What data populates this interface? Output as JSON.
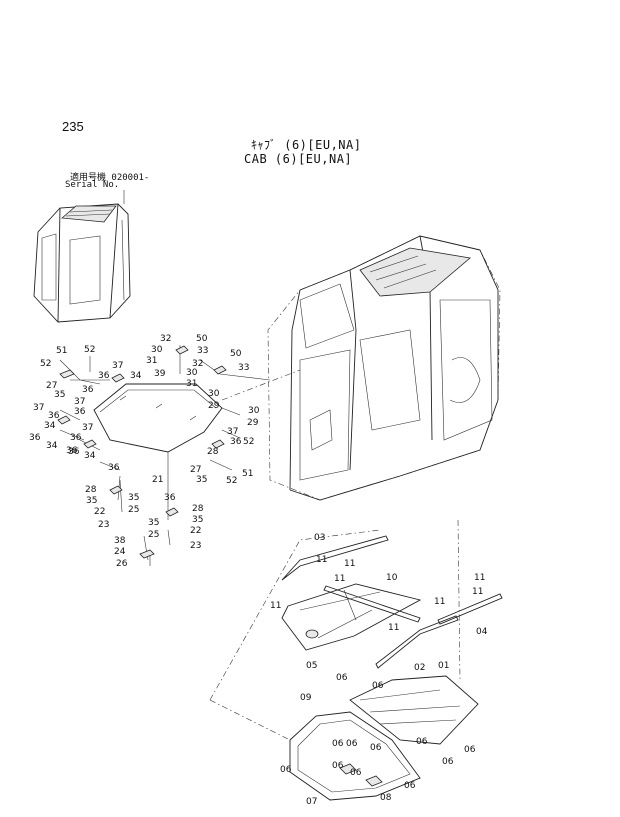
{
  "page_number": "235",
  "title_jp": "ｷｬﾌﾞ (6)[EU,NA]",
  "title_en": "CAB (6)[EU,NA]",
  "serial_label_jp": "適用号機  020001-",
  "serial_label_en": "Serial No.",
  "callouts": [
    {
      "id": "c01",
      "text": "32"
    },
    {
      "id": "c02",
      "text": "50"
    },
    {
      "id": "c03",
      "text": "30"
    },
    {
      "id": "c04",
      "text": "33"
    },
    {
      "id": "c05",
      "text": "31"
    },
    {
      "id": "c06",
      "text": "51"
    },
    {
      "id": "c07",
      "text": "52"
    },
    {
      "id": "c08",
      "text": "52"
    },
    {
      "id": "c09",
      "text": "37"
    },
    {
      "id": "c10",
      "text": "34"
    },
    {
      "id": "c11",
      "text": "39"
    },
    {
      "id": "c12",
      "text": "27"
    },
    {
      "id": "c13",
      "text": "36"
    },
    {
      "id": "c14",
      "text": "36"
    },
    {
      "id": "c15",
      "text": "35"
    },
    {
      "id": "c16",
      "text": "32"
    },
    {
      "id": "c17",
      "text": "50"
    },
    {
      "id": "c18",
      "text": "30"
    },
    {
      "id": "c19",
      "text": "33"
    },
    {
      "id": "c20",
      "text": "31"
    },
    {
      "id": "c21",
      "text": "30"
    },
    {
      "id": "c22",
      "text": "29"
    },
    {
      "id": "c23",
      "text": "30"
    },
    {
      "id": "c24",
      "text": "29"
    },
    {
      "id": "c25",
      "text": "37"
    },
    {
      "id": "c26",
      "text": "36"
    },
    {
      "id": "c27",
      "text": "37"
    },
    {
      "id": "c28",
      "text": "36"
    },
    {
      "id": "c29",
      "text": "34"
    },
    {
      "id": "c30",
      "text": "36"
    },
    {
      "id": "c31",
      "text": "37"
    },
    {
      "id": "c32",
      "text": "36"
    },
    {
      "id": "c33",
      "text": "52"
    },
    {
      "id": "c34",
      "text": "37"
    },
    {
      "id": "c35",
      "text": "36"
    },
    {
      "id": "c36",
      "text": "34"
    },
    {
      "id": "c37",
      "text": "36"
    },
    {
      "id": "c38",
      "text": "34"
    },
    {
      "id": "c39",
      "text": "28"
    },
    {
      "id": "c40",
      "text": "36"
    },
    {
      "id": "c41",
      "text": "27"
    },
    {
      "id": "c42",
      "text": "35"
    },
    {
      "id": "c43",
      "text": "51"
    },
    {
      "id": "c44",
      "text": "52"
    },
    {
      "id": "c45",
      "text": "36"
    },
    {
      "id": "c46",
      "text": "21"
    },
    {
      "id": "c47",
      "text": "28"
    },
    {
      "id": "c48",
      "text": "35"
    },
    {
      "id": "c49",
      "text": "35"
    },
    {
      "id": "c50",
      "text": "22"
    },
    {
      "id": "c51",
      "text": "25"
    },
    {
      "id": "c52",
      "text": "23"
    },
    {
      "id": "c53",
      "text": "36"
    },
    {
      "id": "c54",
      "text": "28"
    },
    {
      "id": "c55",
      "text": "35"
    },
    {
      "id": "c56",
      "text": "35"
    },
    {
      "id": "c57",
      "text": "25"
    },
    {
      "id": "c58",
      "text": "22"
    },
    {
      "id": "c59",
      "text": "23"
    },
    {
      "id": "c60",
      "text": "38"
    },
    {
      "id": "c61",
      "text": "24"
    },
    {
      "id": "c62",
      "text": "26"
    },
    {
      "id": "c63",
      "text": "03"
    },
    {
      "id": "c64",
      "text": "11"
    },
    {
      "id": "c65",
      "text": "11"
    },
    {
      "id": "c66",
      "text": "11"
    },
    {
      "id": "c67",
      "text": "10"
    },
    {
      "id": "c68",
      "text": "11"
    },
    {
      "id": "c69",
      "text": "11"
    },
    {
      "id": "c70",
      "text": "11"
    },
    {
      "id": "c71",
      "text": "04"
    },
    {
      "id": "c72",
      "text": "11"
    },
    {
      "id": "c73",
      "text": "11"
    },
    {
      "id": "c74",
      "text": "05"
    },
    {
      "id": "c75",
      "text": "02"
    },
    {
      "id": "c76",
      "text": "01"
    },
    {
      "id": "c77",
      "text": "06"
    },
    {
      "id": "c78",
      "text": "09"
    },
    {
      "id": "c79",
      "text": "06"
    },
    {
      "id": "c80",
      "text": "06"
    },
    {
      "id": "c81",
      "text": "06"
    },
    {
      "id": "c82",
      "text": "06"
    },
    {
      "id": "c83",
      "text": "06"
    },
    {
      "id": "c84",
      "text": "06"
    },
    {
      "id": "c85",
      "text": "06"
    },
    {
      "id": "c86",
      "text": "06"
    },
    {
      "id": "c87",
      "text": "06"
    },
    {
      "id": "c88",
      "text": "06"
    },
    {
      "id": "c89",
      "text": "07"
    },
    {
      "id": "c90",
      "text": "08"
    },
    {
      "id": "c91",
      "text": "06"
    }
  ]
}
